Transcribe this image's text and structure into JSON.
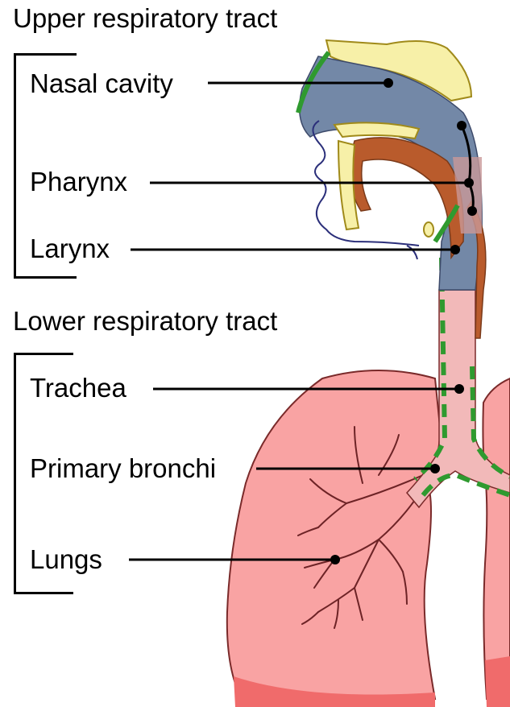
{
  "sections": {
    "upper": {
      "heading": "Upper respiratory tract",
      "labels": [
        "Nasal cavity",
        "Pharynx",
        "Larynx"
      ]
    },
    "lower": {
      "heading": "Lower respiratory tract",
      "labels": [
        "Trachea",
        "Primary bronchi",
        "Lungs"
      ]
    }
  },
  "colors": {
    "lung": "#f9a3a3",
    "lung_dark": "#f06b6b",
    "trachea": "#f2b9b9",
    "nasal_airway": "#7388a7",
    "bone": "#f7f0a8",
    "tissue_brown": "#b95b2c",
    "mucosa_green": "#2f9a2f",
    "face_outline": "#2b2f7a",
    "bronchiole": "#6d2326"
  }
}
